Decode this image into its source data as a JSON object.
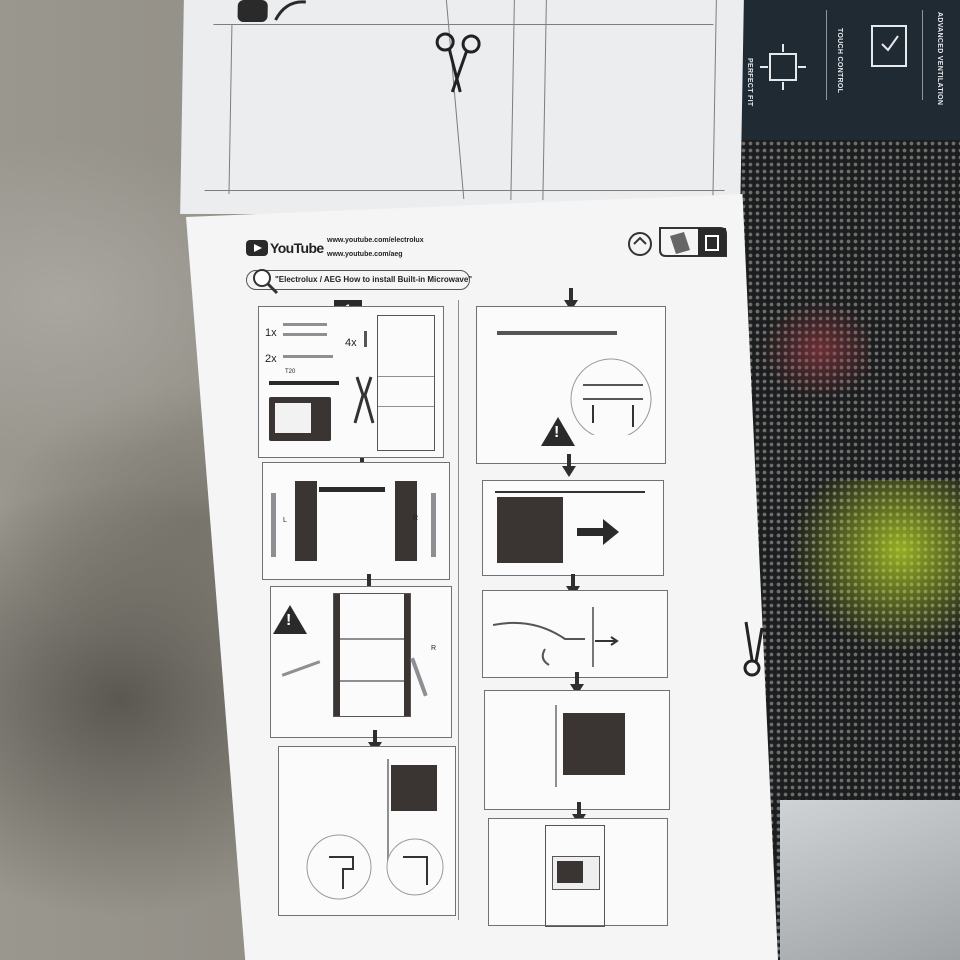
{
  "youtube": {
    "logo_text": "YouTube",
    "url_electrolux": "www.youtube.com/electrolux",
    "url_aeg": "www.youtube.com/aeg",
    "search_query": "\"Electrolux / AEG How to install Built-in Microwave\""
  },
  "step1": {
    "badge": "1",
    "qty_1x": "1x",
    "qty_2x": "2x",
    "qty_4x": "4x",
    "tool_label": "T20"
  },
  "side_labels": {
    "left": "L",
    "right": "R",
    "right_rail": "R"
  },
  "packaging": {
    "advanced_ventilation": "ADVANCED VENTILATION",
    "touch_control": "TOUCH CONTROL",
    "perfect_fit": "PERFECT FIT"
  },
  "icons": [
    "scissors-icon",
    "youtube-play-icon",
    "search-icon",
    "recycle-icon",
    "warning-icon",
    "arrow-down-icon",
    "arrow-right-icon",
    "screw-icon",
    "screwdriver-icon",
    "pliers-icon",
    "microwave-icon"
  ]
}
